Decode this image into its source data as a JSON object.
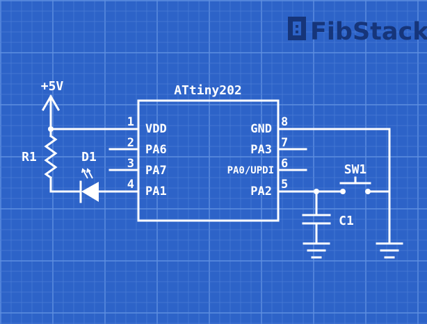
{
  "brand": {
    "name": "FibStack",
    "color": "#16357a"
  },
  "colors": {
    "background": "#2d63c8",
    "grid_minor": "#4a7dd6",
    "grid_major": "#5f8fe0",
    "wire": "#ffffff"
  },
  "schematic": {
    "chip": {
      "name": "ATtiny202",
      "left_pins": [
        {
          "number": "1",
          "label": "VDD"
        },
        {
          "number": "2",
          "label": "PA6"
        },
        {
          "number": "3",
          "label": "PA7"
        },
        {
          "number": "4",
          "label": "PA1"
        }
      ],
      "right_pins": [
        {
          "number": "8",
          "label": "GND"
        },
        {
          "number": "7",
          "label": "PA3"
        },
        {
          "number": "6",
          "label": "PA0/UPDI"
        },
        {
          "number": "5",
          "label": "PA2"
        }
      ]
    },
    "supply": {
      "label": "+5V"
    },
    "resistor": {
      "label": "R1"
    },
    "led": {
      "label": "D1"
    },
    "switch": {
      "label": "SW1"
    },
    "capacitor": {
      "label": "C1"
    }
  }
}
